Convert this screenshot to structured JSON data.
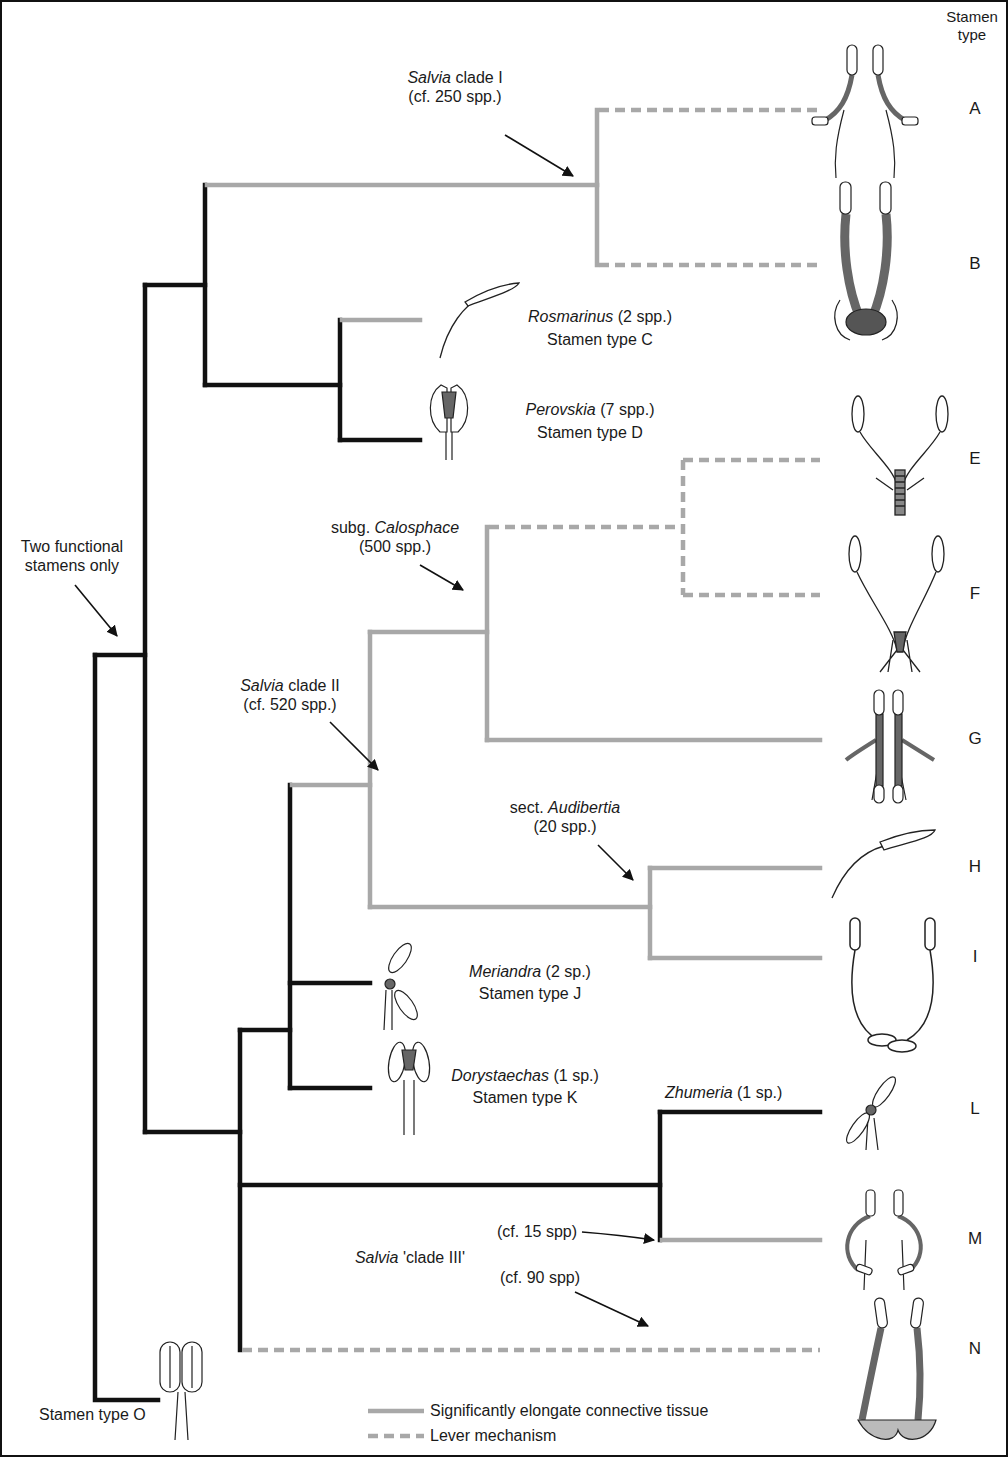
{
  "diagram": {
    "labels": [
      "Stamen type",
      "Salvia clade I (cf. 250 spp.)",
      "A",
      "B",
      "Rosmarinus (2 spp.)",
      "Stamen type C",
      "Perovskia (7 spp.)",
      "Stamen type D",
      "E",
      "F",
      "subg. Calosphace (500 spp.)",
      "G",
      "Salvia clade II (cf. 520 spp.)",
      "sect. Audibertia (20 spp.)",
      "H",
      "I",
      "Meriandra (2 sp.)",
      "Stamen type J",
      "Dorystaechas (1 sp.)",
      "Stamen type K",
      "Zhumeria (1 sp.)",
      "L",
      "(cf. 15 spp)",
      "Salvia 'clade III'",
      "(cf. 90 spp)",
      "M",
      "N",
      "Two functional stamens only",
      "Stamen type O"
    ],
    "legend": [
      {
        "text": "Significantly elongate connective tissue"
      },
      {
        "text": "Lever mechanism"
      }
    ]
  }
}
